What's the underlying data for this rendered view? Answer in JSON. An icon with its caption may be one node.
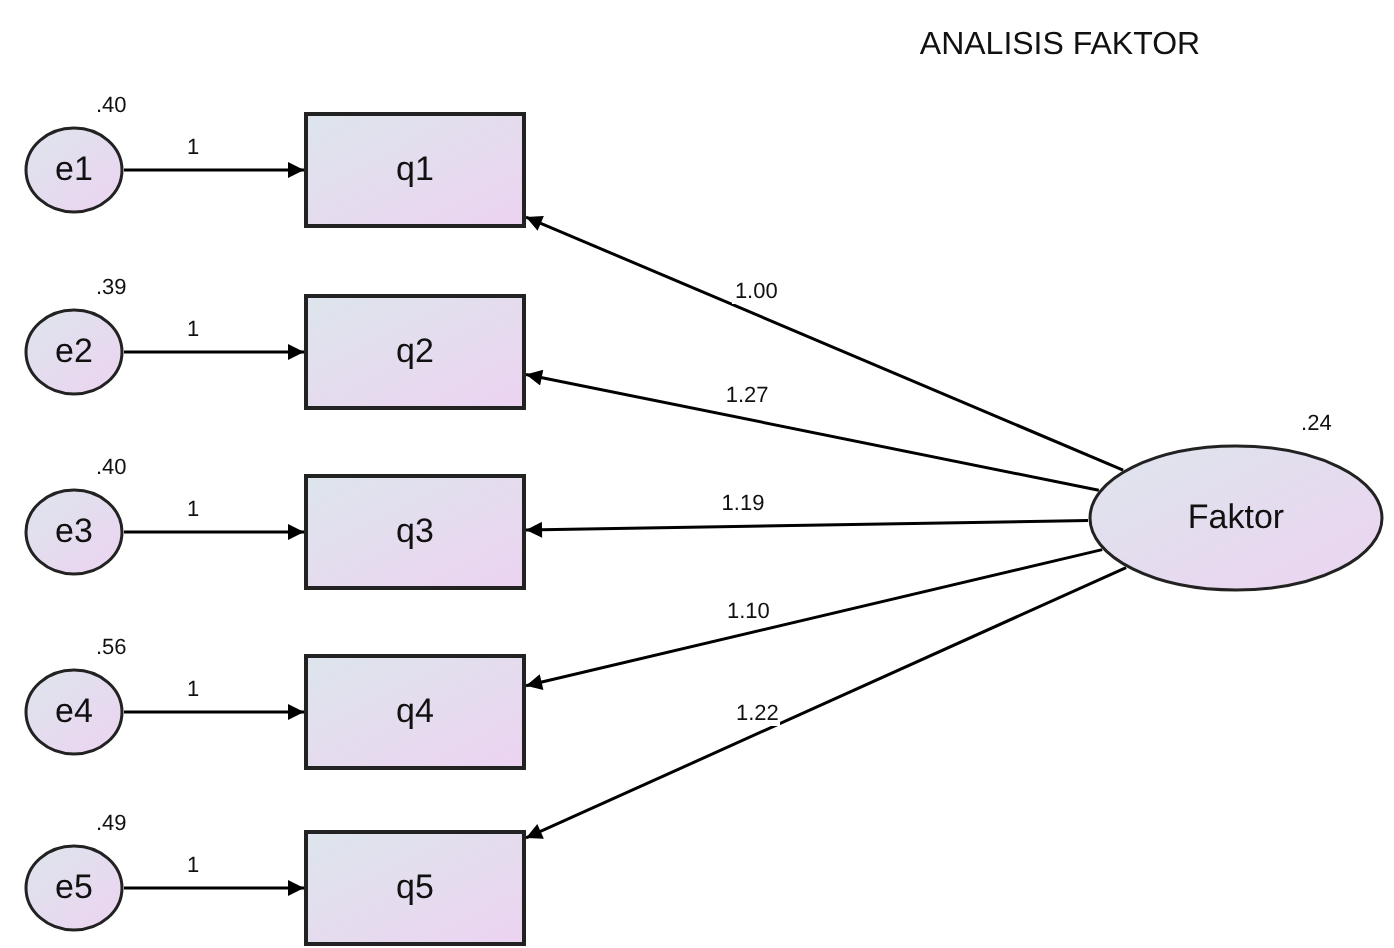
{
  "diagram": {
    "title": "ANALISIS FAKTOR",
    "nodes": [
      {
        "text": [
          "e1"
        ],
        "beside": [
          ".40"
        ]
      },
      {
        "text": [
          "e2"
        ],
        "beside": [
          ".39"
        ]
      },
      {
        "text": [
          "e3"
        ],
        "beside": [
          ".40"
        ]
      },
      {
        "text": [
          "e4"
        ],
        "beside": [
          ".56"
        ]
      },
      {
        "text": [
          "e5"
        ],
        "beside": [
          ".49"
        ]
      },
      {
        "text": [
          "q1"
        ]
      },
      {
        "text": [
          "q2"
        ]
      },
      {
        "text": [
          "q3"
        ]
      },
      {
        "text": [
          "q4"
        ]
      },
      {
        "text": [
          "q5"
        ]
      },
      {
        "text": [
          "Faktor"
        ],
        "beside": [
          ".24"
        ]
      }
    ],
    "edges": [
      {
        "from": 0,
        "to": 5,
        "arrow": "to",
        "label": "1"
      },
      {
        "from": 1,
        "to": 6,
        "arrow": "to",
        "label": "1"
      },
      {
        "from": 2,
        "to": 7,
        "arrow": "to",
        "label": "1"
      },
      {
        "from": 3,
        "to": 8,
        "arrow": "to",
        "label": "1"
      },
      {
        "from": 4,
        "to": 9,
        "arrow": "to",
        "label": "1"
      },
      {
        "from": 10,
        "to": 5,
        "arrow": "to",
        "label": "1.00"
      },
      {
        "from": 10,
        "to": 6,
        "arrow": "to",
        "label": "1.27"
      },
      {
        "from": 10,
        "to": 7,
        "arrow": "to",
        "label": "1.19"
      },
      {
        "from": 10,
        "to": 8,
        "arrow": "to",
        "label": "1.10"
      },
      {
        "from": 10,
        "to": 9,
        "arrow": "to",
        "label": "1.22"
      }
    ]
  }
}
